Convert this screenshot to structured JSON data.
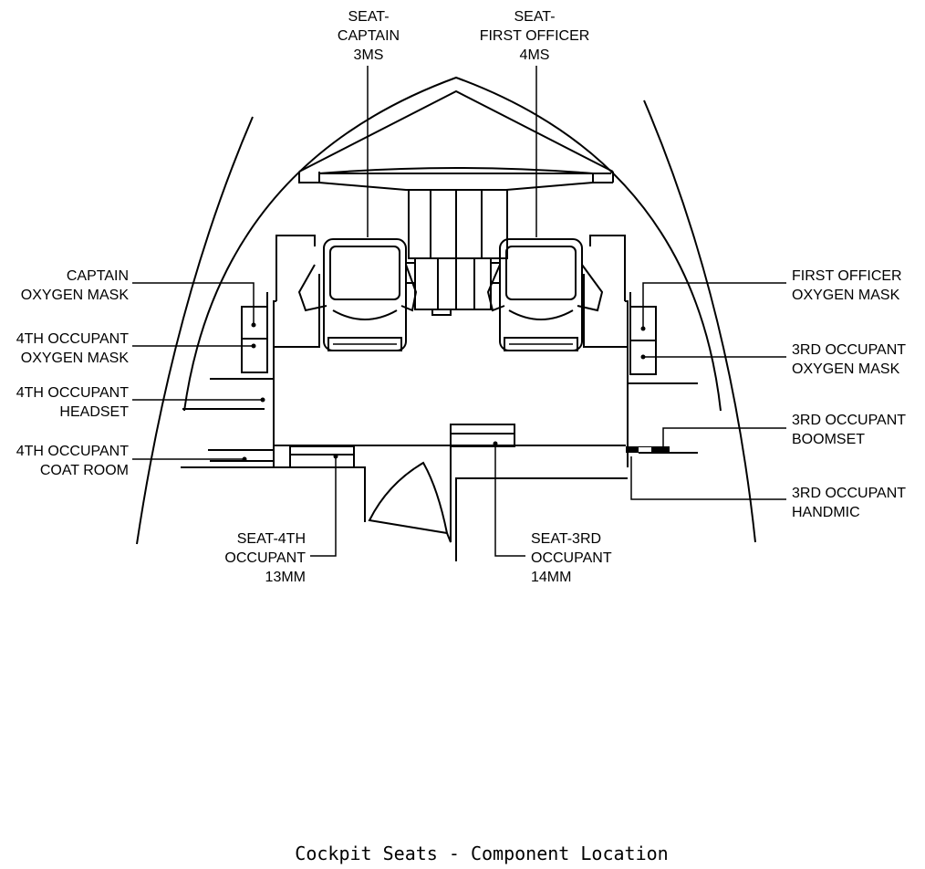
{
  "figure": {
    "caption": "Cockpit Seats - Component Location"
  },
  "labels": {
    "seat_captain": [
      "SEAT-",
      "CAPTAIN",
      "3MS"
    ],
    "seat_first_officer": [
      "SEAT-",
      "FIRST OFFICER",
      "4MS"
    ],
    "captain_oxygen_mask": [
      "CAPTAIN",
      "OXYGEN MASK"
    ],
    "fourth_occupant_oxygen_mask": [
      "4TH OCCUPANT",
      "OXYGEN MASK"
    ],
    "fourth_occupant_headset": [
      "4TH OCCUPANT",
      "HEADSET"
    ],
    "fourth_occupant_coat_room": [
      "4TH OCCUPANT",
      "COAT ROOM"
    ],
    "first_officer_oxygen_mask": [
      "FIRST OFFICER",
      "OXYGEN MASK"
    ],
    "third_occupant_oxygen_mask": [
      "3RD OCCUPANT",
      "OXYGEN MASK"
    ],
    "third_occupant_boomset": [
      "3RD OCCUPANT",
      "BOOMSET"
    ],
    "third_occupant_handmic": [
      "3RD OCCUPANT",
      "HANDMIC"
    ],
    "seat_fourth_occupant": [
      "SEAT-4TH",
      "OCCUPANT",
      "13MM"
    ],
    "seat_third_occupant": [
      "SEAT-3RD",
      "OCCUPANT",
      "14MM"
    ]
  }
}
